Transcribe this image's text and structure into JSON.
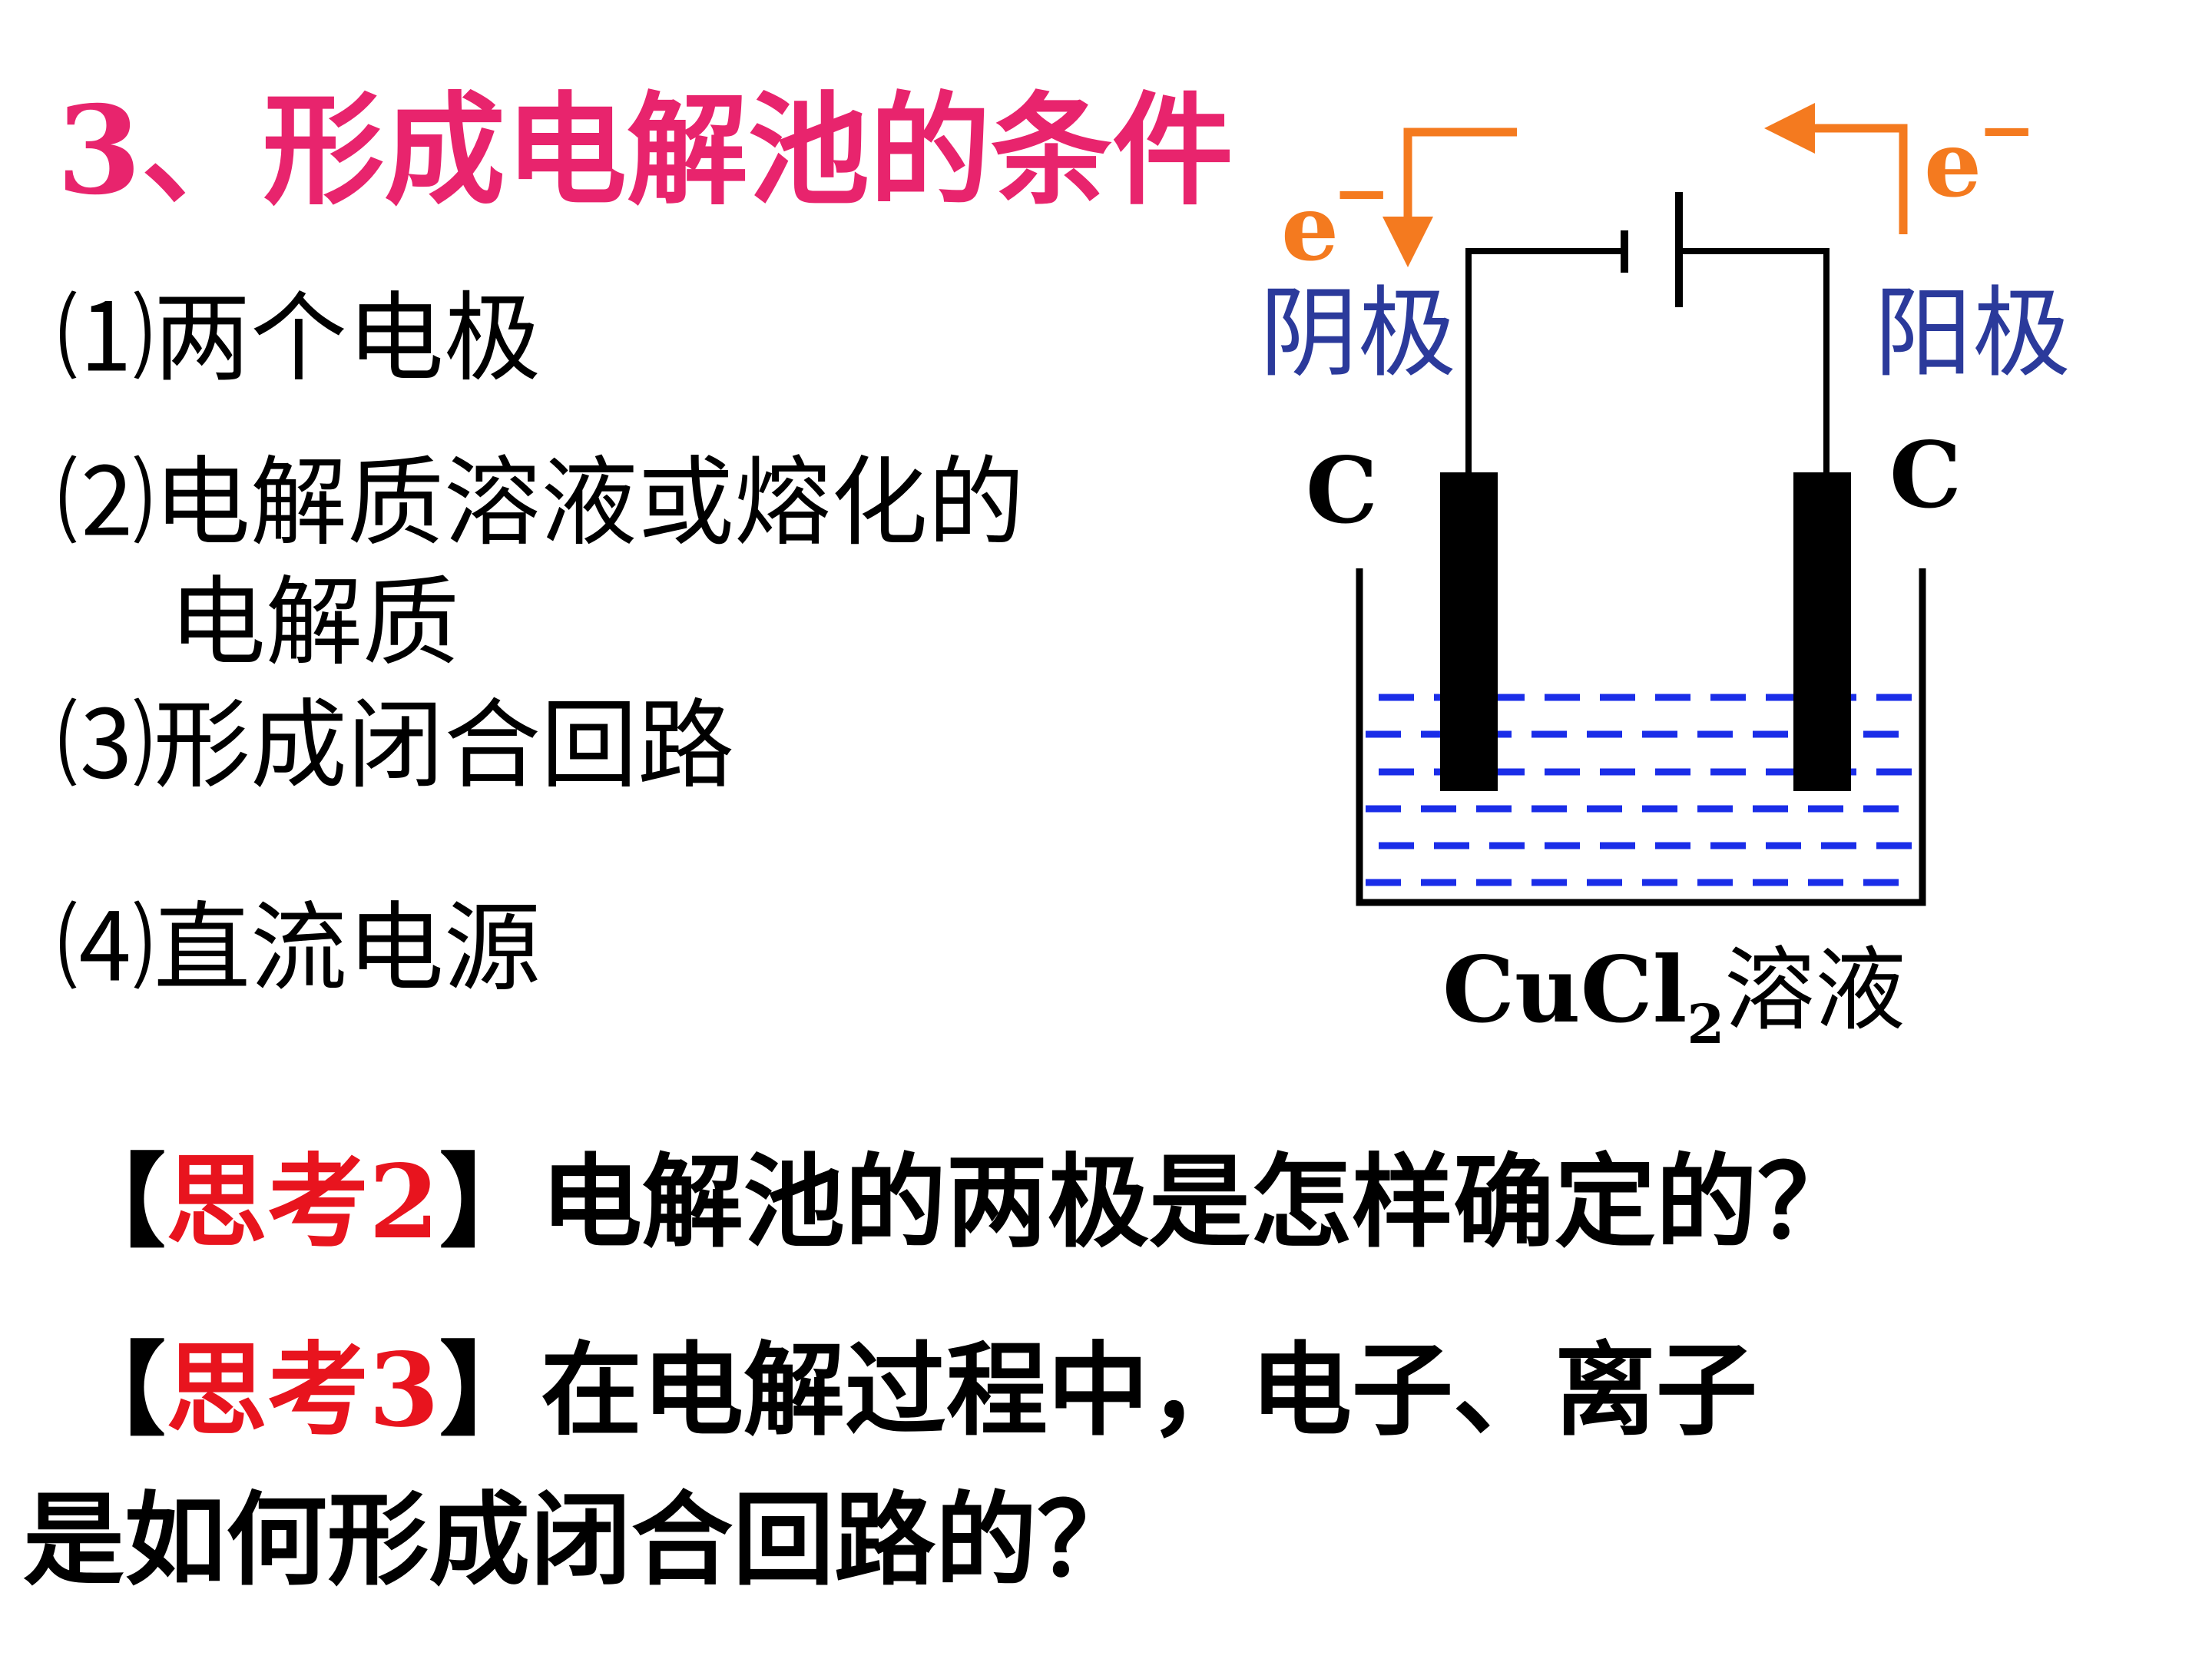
{
  "title": "3、形成电解池的条件",
  "conditions": {
    "c1": "⑴两个电极",
    "c2_line1": "⑵电解质溶液或熔化的",
    "c2_line2": "电解质",
    "c3": "⑶形成闭合回路",
    "c4": "⑷直流电源"
  },
  "diagram": {
    "electron_left": "e",
    "electron_right": "e",
    "electron_charge": "−",
    "cathode_label": "阴极",
    "anode_label": "阳极",
    "left_electrode": "C",
    "right_electrode": "C",
    "solution_formula": "CuCl",
    "solution_subscript": "2",
    "solution_word": "溶液",
    "colors": {
      "arrow": "#f47a1f",
      "electrode_label": "#2b3a9b",
      "liquid": "#1a2de8"
    }
  },
  "questions": {
    "q2_open": "【",
    "q2_tag": "思考2",
    "q2_close": "】",
    "q2_text": "电解池的两极是怎样确定的？",
    "q3_open": "【",
    "q3_tag": "思考3",
    "q3_close": "】",
    "q3_text1": "在电解过程中，电子、离子",
    "q3_text2": "是如何形成闭合回路的？"
  }
}
